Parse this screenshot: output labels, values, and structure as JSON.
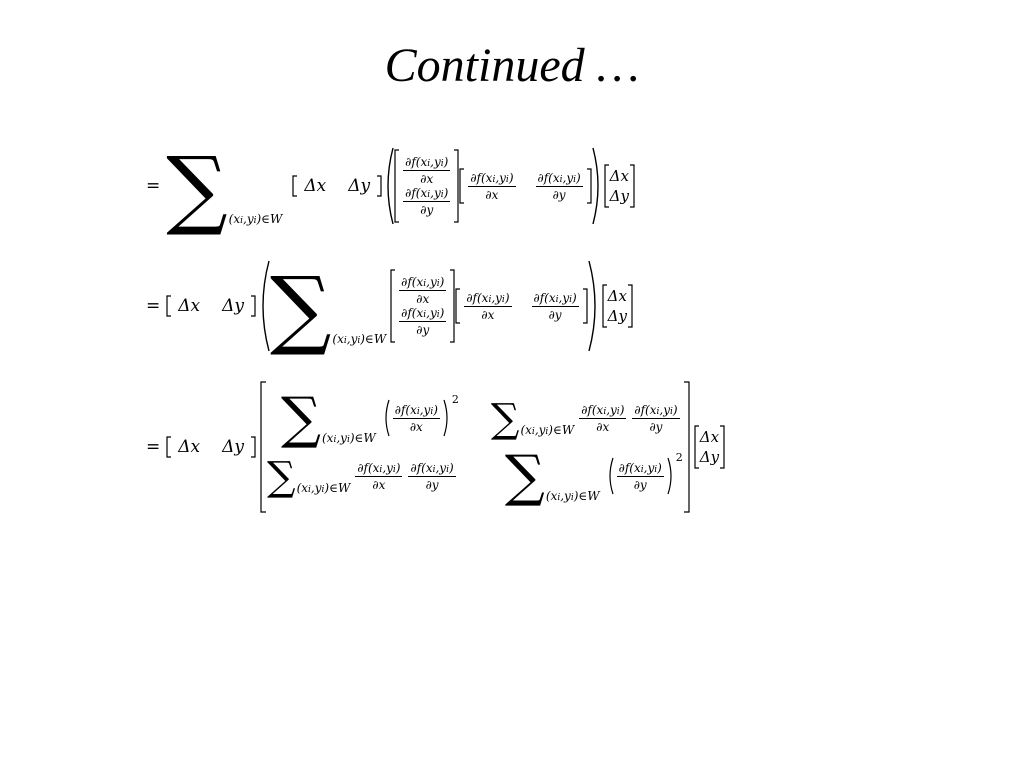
{
  "slide": {
    "title": "Continued …"
  },
  "math": {
    "eq": "=",
    "sum_subscript_x": "(x",
    "sub_i": "i",
    "sum_subscript_y": ",y",
    "sum_subscript_tail": ")∈W",
    "dx": "Δx",
    "dy": "Δy",
    "pdf_x_num": "∂f(x",
    "pdf_num_mid": ",y",
    "pdf_num_tail": ")",
    "den_x": "∂x",
    "den_y": "∂y",
    "power": "2"
  }
}
